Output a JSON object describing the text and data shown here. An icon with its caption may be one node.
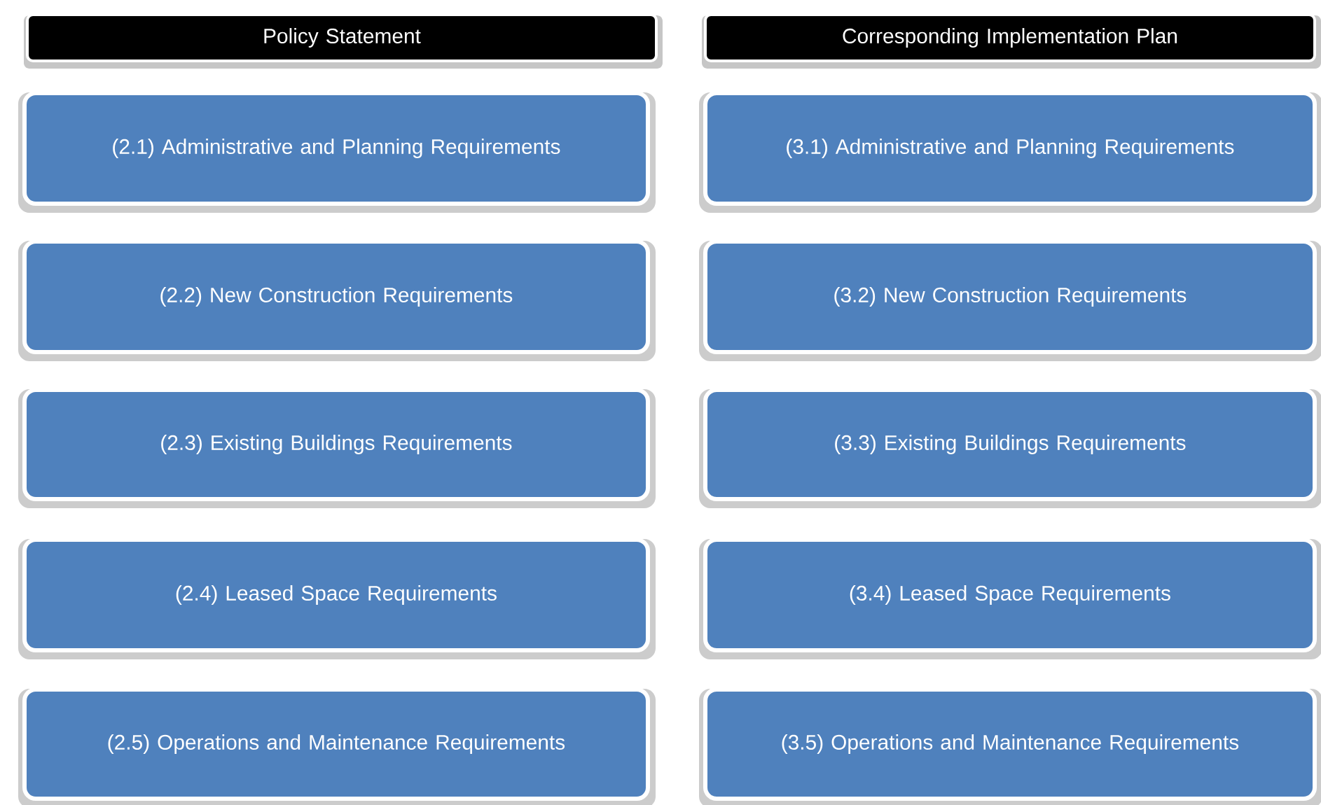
{
  "diagram": {
    "nodes": [
      {
        "text": [
          "Policy Statement"
        ]
      },
      {
        "text": [
          "Corresponding Implementation Plan"
        ]
      },
      {
        "text": [
          "(2.1) Administrative and Planning Requirements"
        ]
      },
      {
        "text": [
          "(3.1) Administrative and Planning Requirements"
        ]
      },
      {
        "text": [
          "(2.2) New Construction Requirements"
        ]
      },
      {
        "text": [
          "(3.2) New Construction Requirements"
        ]
      },
      {
        "text": [
          "(2.3) Existing Buildings Requirements"
        ]
      },
      {
        "text": [
          "(3.3) Existing Buildings Requirements"
        ]
      },
      {
        "text": [
          "(2.4) Leased Space Requirements"
        ]
      },
      {
        "text": [
          "(3.4) Leased Space Requirements"
        ]
      },
      {
        "text": [
          "(2.5) Operations and Maintenance Requirements"
        ]
      },
      {
        "text": [
          "(3.5) Operations and Maintenance Requirements"
        ]
      }
    ]
  }
}
